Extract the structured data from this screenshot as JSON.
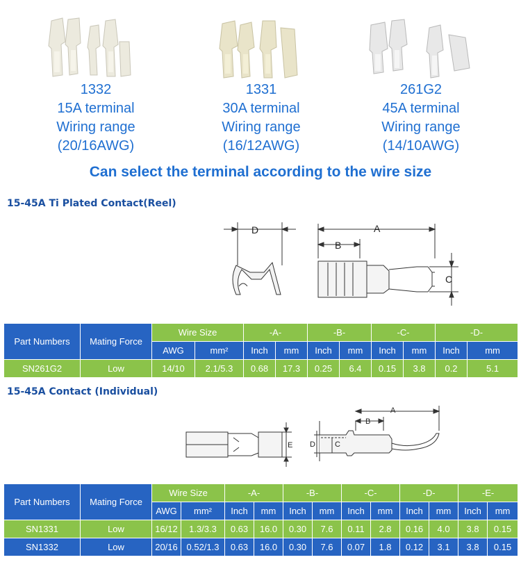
{
  "terminals": [
    {
      "part": "1332",
      "rating": "15A terminal",
      "label": "Wiring range",
      "range": "(20/16AWG)"
    },
    {
      "part": "1331",
      "rating": "30A terminal",
      "label": "Wiring range",
      "range": "(16/12AWG)"
    },
    {
      "part": "261G2",
      "rating": "45A terminal",
      "label": "Wiring range",
      "range": "(14/10AWG)"
    }
  ],
  "headline": "Can select the terminal according to the wire size",
  "section1": {
    "title": "15-45A Ti Plated Contact(Reel)",
    "dims": {
      "a": "A",
      "b": "B",
      "c": "C",
      "d": "D"
    },
    "table": {
      "part_numbers": "Part Numbers",
      "mating_force": "Mating Force",
      "wire_size": "Wire Size",
      "col_a": "-A-",
      "col_b": "-B-",
      "col_c": "-C-",
      "col_d": "-D-",
      "awg": "AWG",
      "mm2": "mm²",
      "inch": "Inch",
      "mm": "mm",
      "rows": [
        {
          "part": "SN261G2",
          "force": "Low",
          "awg": "14/10",
          "mm2": "2.1/5.3",
          "a_in": "0.68",
          "a_mm": "17.3",
          "b_in": "0.25",
          "b_mm": "6.4",
          "c_in": "0.15",
          "c_mm": "3.8",
          "d_in": "0.2",
          "d_mm": "5.1"
        }
      ]
    }
  },
  "section2": {
    "title": "15-45A Contact (Individual)",
    "dims": {
      "a": "A",
      "b": "B",
      "c": "C",
      "d": "D",
      "e": "E"
    },
    "table": {
      "part_numbers": "Part Numbers",
      "mating_force": "Mating Force",
      "wire_size": "Wire Size",
      "col_a": "-A-",
      "col_b": "-B-",
      "col_c": "-C-",
      "col_d": "-D-",
      "col_e": "-E-",
      "awg": "AWG",
      "mm2": "mm²",
      "inch": "Inch",
      "mm": "mm",
      "rows": [
        {
          "part": "SN1331",
          "force": "Low",
          "awg": "16/12",
          "mm2": "1.3/3.3",
          "a_in": "0.63",
          "a_mm": "16.0",
          "b_in": "0.30",
          "b_mm": "7.6",
          "c_in": "0.11",
          "c_mm": "2.8",
          "d_in": "0.16",
          "d_mm": "4.0",
          "e_in": "3.8",
          "e_mm": "0.15"
        },
        {
          "part": "SN1332",
          "force": "Low",
          "awg": "20/16",
          "mm2": "0.52/1.3",
          "a_in": "0.63",
          "a_mm": "16.0",
          "b_in": "0.30",
          "b_mm": "7.6",
          "c_in": "0.07",
          "c_mm": "1.8",
          "d_in": "0.12",
          "d_mm": "3.1",
          "e_in": "3.8",
          "e_mm": "0.15"
        }
      ]
    }
  }
}
